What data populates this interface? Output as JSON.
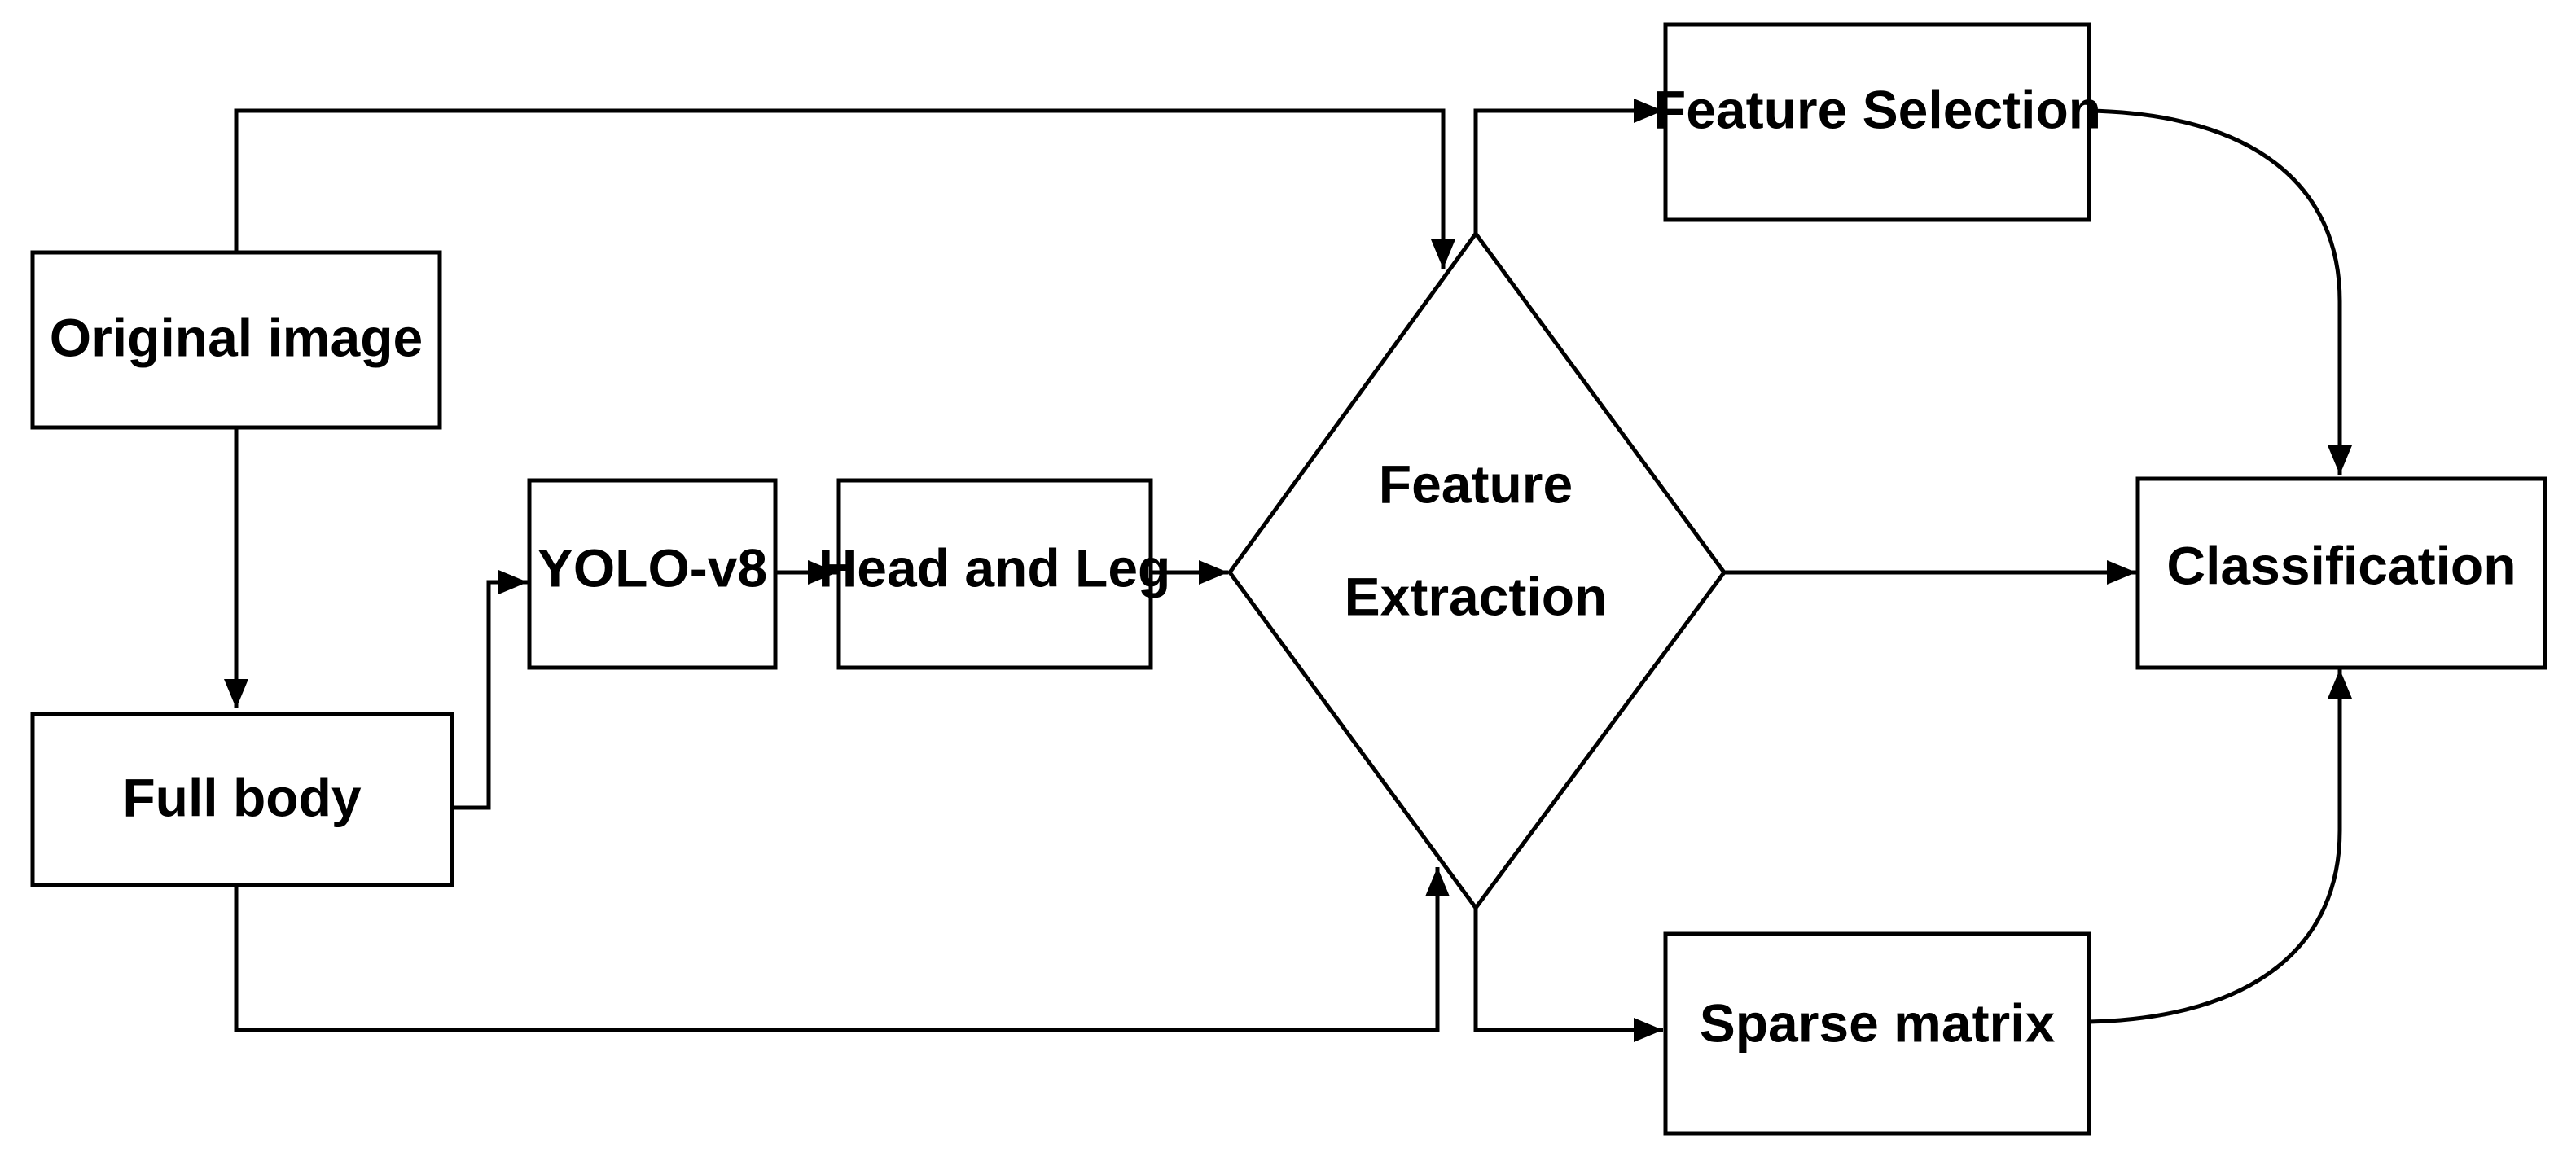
{
  "nodes": {
    "original_image": "Original image",
    "full_body": "Full body",
    "yolo": "YOLO-v8",
    "head_leg": "Head and Leg",
    "feature_extraction_line1": "Feature",
    "feature_extraction_line2": "Extraction",
    "feature_selection": "Feature Selection",
    "sparse_matrix": "Sparse matrix",
    "classification": "Classification"
  },
  "edges": [
    {
      "from": "original_image",
      "to": "full_body"
    },
    {
      "from": "original_image",
      "to": "feature_extraction"
    },
    {
      "from": "full_body",
      "to": "yolo"
    },
    {
      "from": "full_body",
      "to": "feature_extraction"
    },
    {
      "from": "yolo",
      "to": "head_leg"
    },
    {
      "from": "head_leg",
      "to": "feature_extraction"
    },
    {
      "from": "feature_extraction",
      "to": "feature_selection"
    },
    {
      "from": "feature_extraction",
      "to": "sparse_matrix"
    },
    {
      "from": "feature_extraction",
      "to": "classification"
    },
    {
      "from": "feature_selection",
      "to": "classification"
    },
    {
      "from": "sparse_matrix",
      "to": "classification"
    }
  ]
}
